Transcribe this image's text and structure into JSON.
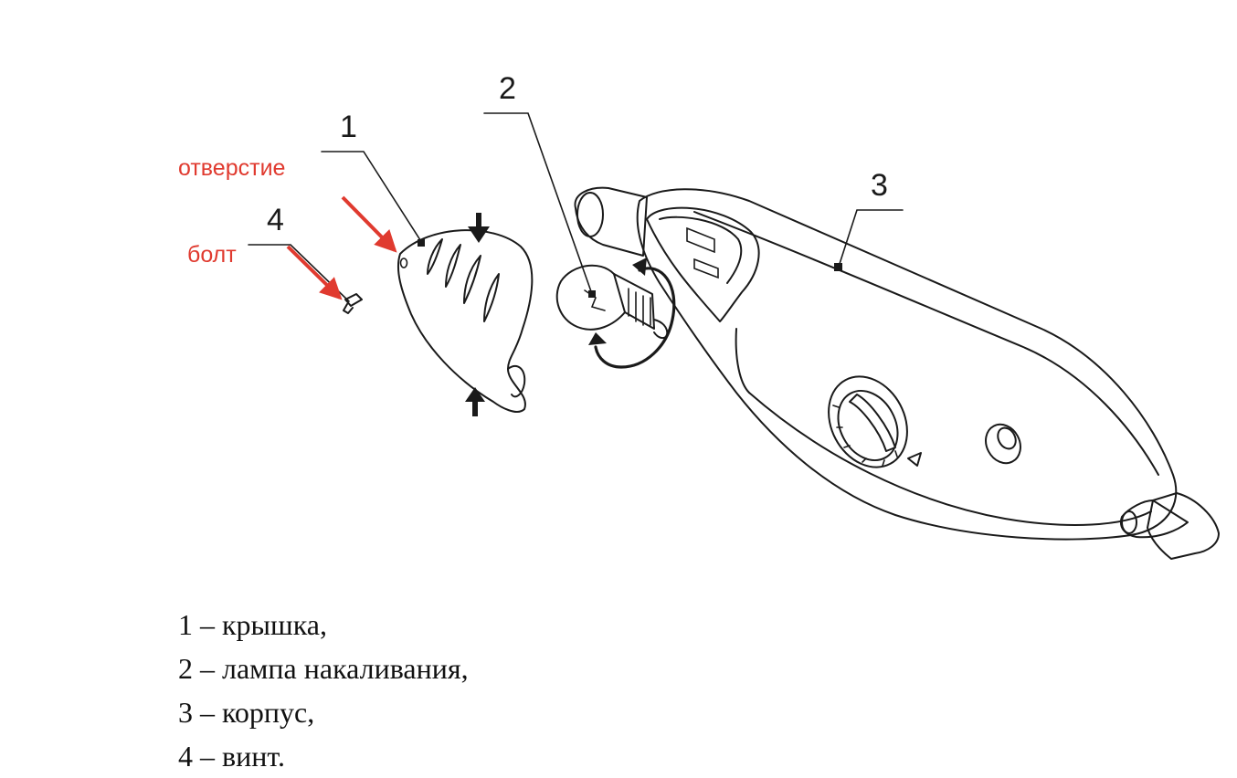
{
  "callouts": {
    "c1": "1",
    "c2": "2",
    "c3": "3",
    "c4": "4"
  },
  "annotations": {
    "hole": "отверстие",
    "bolt": "болт"
  },
  "legend": [
    "1 – крышка,",
    "2 – лампа накаливания,",
    "3 – корпус,",
    "4 – винт."
  ],
  "colors": {
    "annotation": "#e03a2f",
    "ink": "#1a1a1a"
  }
}
